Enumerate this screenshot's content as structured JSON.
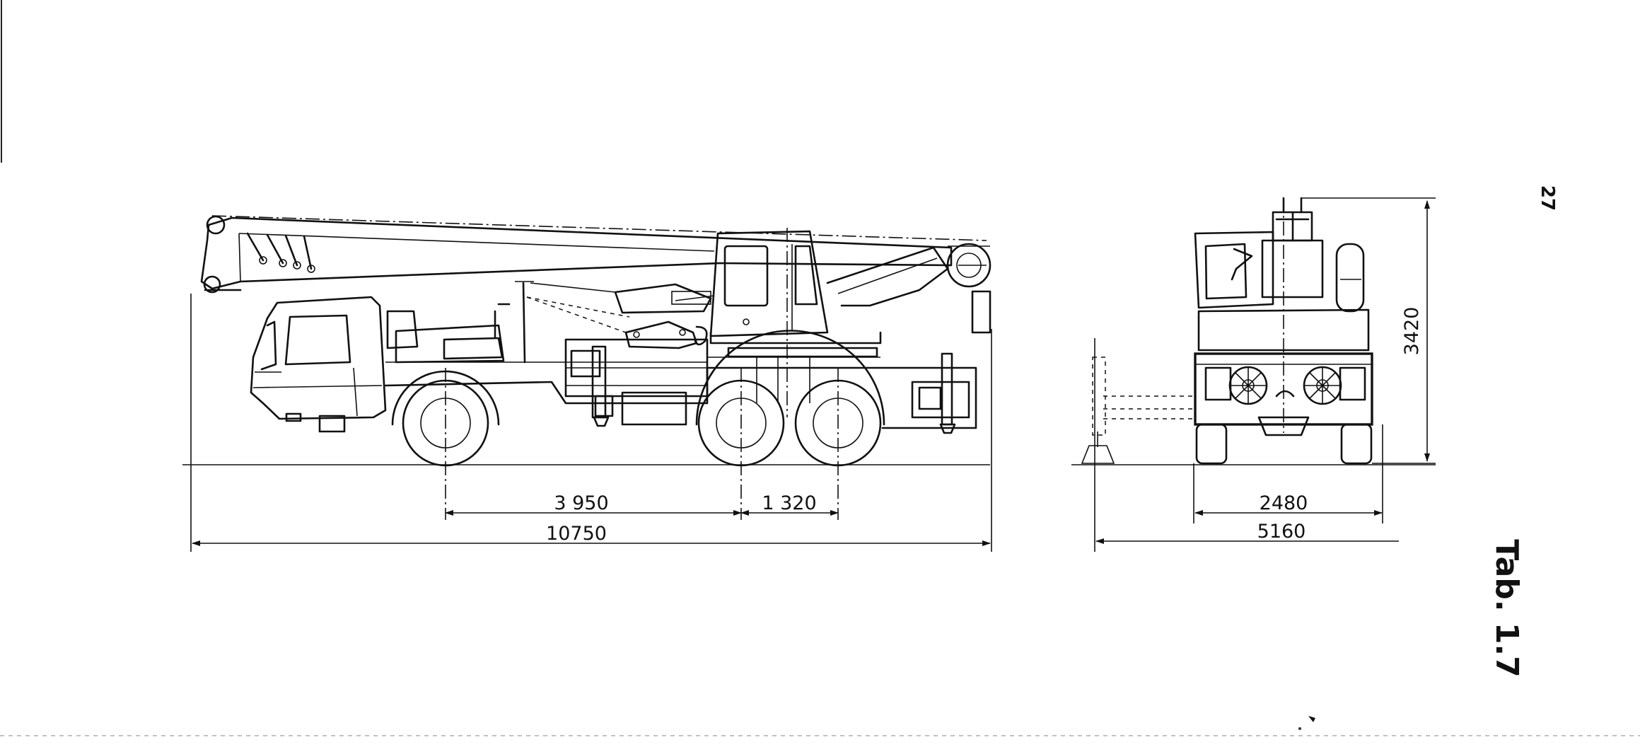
{
  "page": {
    "number": "27",
    "table_label": "Tab. 1.7"
  },
  "side_view": {
    "dims": {
      "wheelbase_front": "3 950",
      "wheelbase_rear": "1 320",
      "overall_length": "10750"
    }
  },
  "rear_view": {
    "dims": {
      "height": "3420",
      "track": "2480",
      "outrigger_span": "5160"
    }
  }
}
